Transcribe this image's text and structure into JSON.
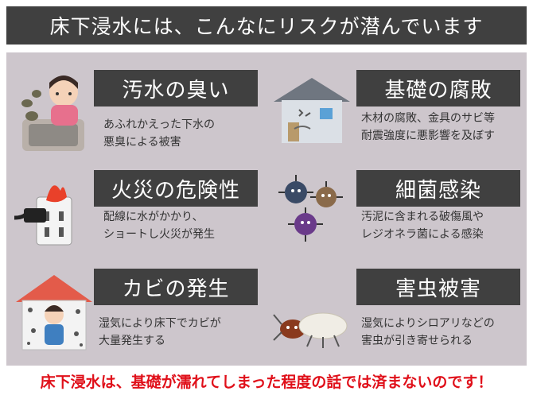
{
  "header": {
    "title": "床下浸水には、こんなにリスクが潜んでいます"
  },
  "cards": [
    {
      "title": "汚水の臭い",
      "desc": [
        "あふれかえった下水の",
        "悪臭による被害"
      ]
    },
    {
      "title": "基礎の腐敗",
      "desc": [
        "木材の腐敗、金具のサビ等",
        "耐震強度に悪影響を及ぼす"
      ]
    },
    {
      "title": "火災の危険性",
      "desc": [
        "配線に水がかかり、",
        "ショートし火災が発生"
      ]
    },
    {
      "title": "細菌感染",
      "desc": [
        "汚泥に含まれる破傷風や",
        "レジオネラ菌による感染"
      ]
    },
    {
      "title": "カビの発生",
      "desc": [
        "湿気により床下でカビが",
        "大量発生する"
      ]
    },
    {
      "title": "害虫被害",
      "desc": [
        "湿気によりシロアリなどの",
        "害虫が引き寄せられる"
      ]
    }
  ],
  "footer": {
    "text": "床下浸水は、基礎が濡れてしまった程度の話では済まないのです！"
  },
  "colors": {
    "dark_bar": "#404040",
    "panel_bg": "#cdc6cc",
    "footer_red": "#e0101a"
  }
}
